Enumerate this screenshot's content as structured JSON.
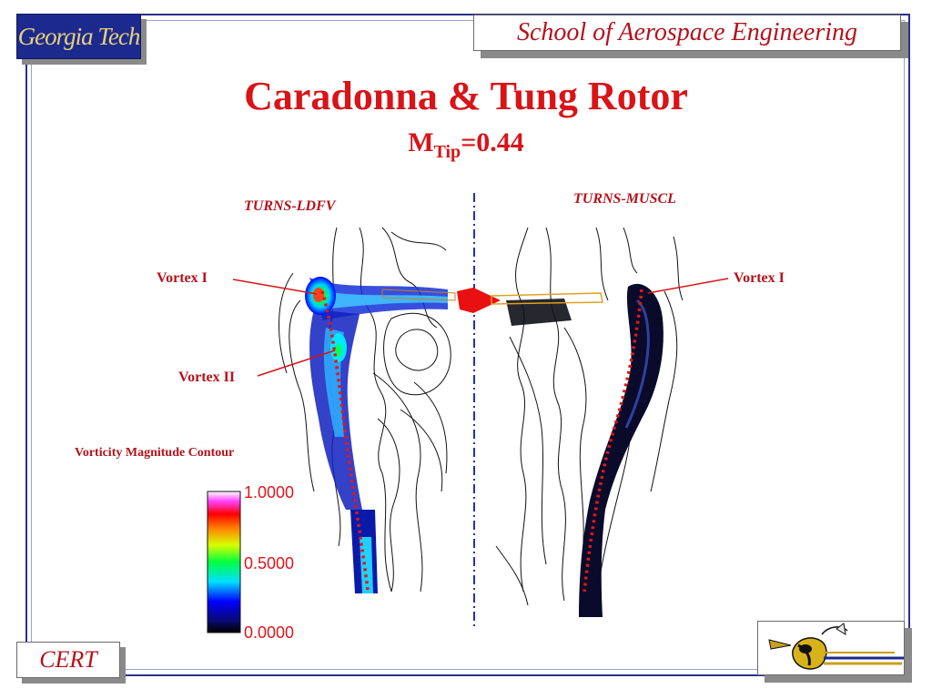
{
  "header": {
    "logo_text": "Georgia Tech",
    "school": "School of Aerospace Engineering"
  },
  "title": "Caradonna & Tung Rotor",
  "subtitle": {
    "main": "M",
    "sub": "Tip",
    "value": "=0.44"
  },
  "panels": {
    "left_label": "TURNS-LDFV",
    "right_label": "TURNS-MUSCL"
  },
  "annotations": {
    "vortex1_left": "Vortex I",
    "vortex2_left": "Vortex II",
    "vortex1_right": "Vortex I"
  },
  "legend": {
    "title": "Vorticity Magnitude Contour",
    "max": "1.0000",
    "mid": "0.5000",
    "min": "0.0000"
  },
  "footer": {
    "cert": "CERT",
    "mascot": "buzz-mascot"
  },
  "colors": {
    "accent": "#d81418",
    "brand_navy": "#1c2a8e",
    "gold": "#e8d07a"
  }
}
